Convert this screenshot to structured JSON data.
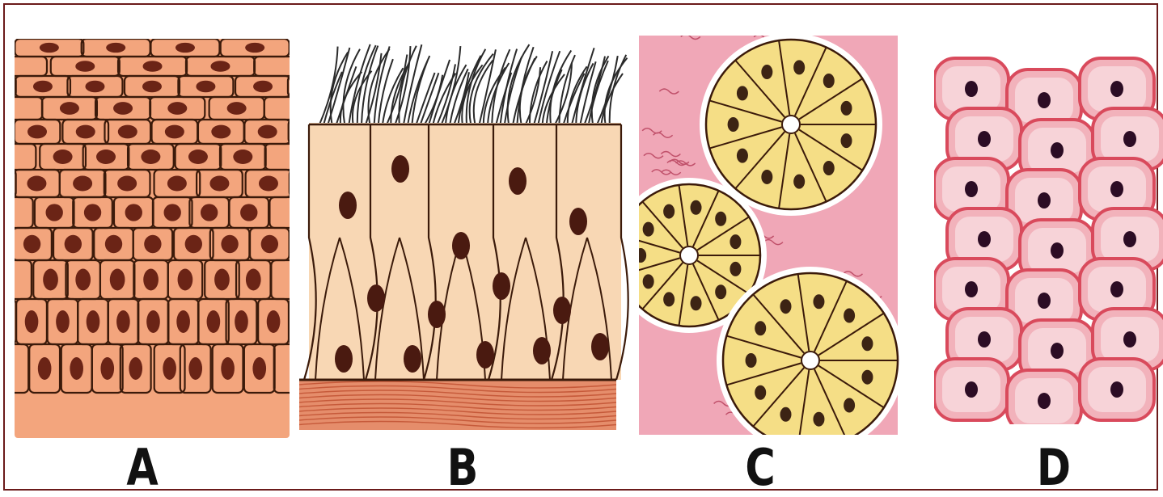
{
  "panels": [
    {
      "label": "A",
      "icon": "stratified-squamous-epithelium-icon",
      "fill": "#f3a57d",
      "nucleus": "#6b2416"
    },
    {
      "label": "B",
      "icon": "ciliated-columnar-epithelium-icon",
      "fill": "#f8d7b4",
      "nucleus": "#4a1a10"
    },
    {
      "label": "C",
      "icon": "glandular-epithelium-icon",
      "fill": "#f5de86",
      "nucleus": "#3d2414"
    },
    {
      "label": "D",
      "icon": "squamous-cells-icon",
      "fill": "#f2b2bb",
      "nucleus": "#2c0c24"
    }
  ],
  "colors": {
    "border": "#6b1a1a",
    "cell_line": "#3b1a0a",
    "background_pink": "#f0a7b7",
    "basement": "#e58d6b"
  }
}
